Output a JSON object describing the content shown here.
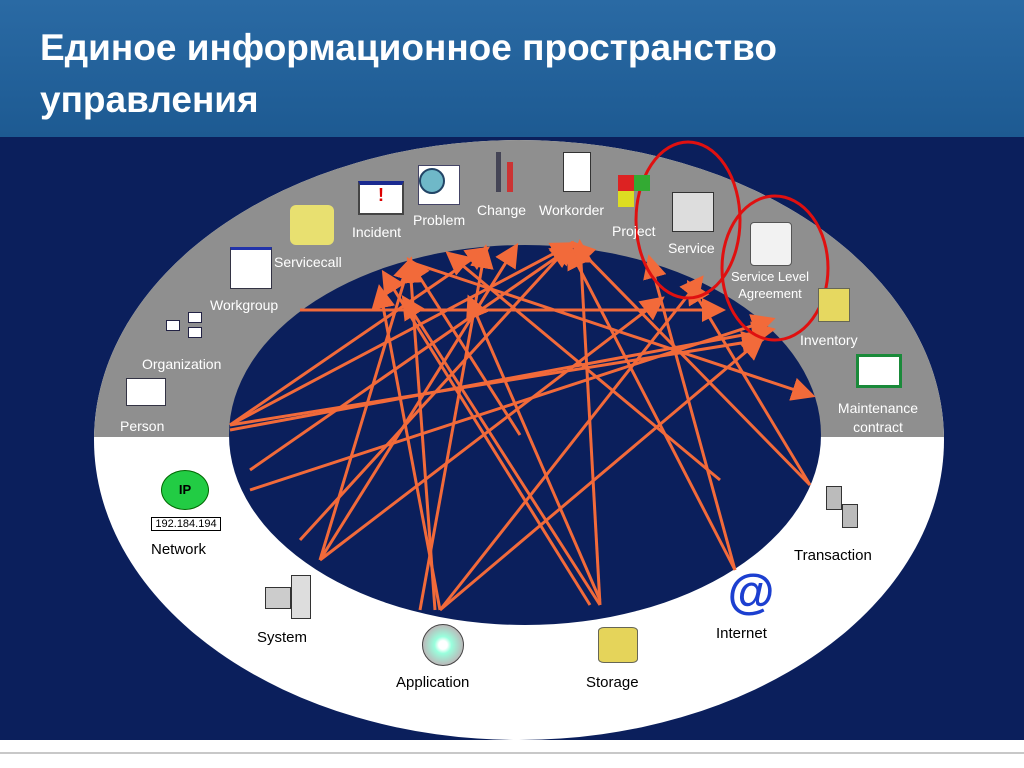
{
  "title": "Единое информационное пространство управления",
  "top_items": [
    {
      "id": "person",
      "label": "Person"
    },
    {
      "id": "organization",
      "label": "Organization"
    },
    {
      "id": "workgroup",
      "label": "Workgroup"
    },
    {
      "id": "servicecall",
      "label": "Servicecall"
    },
    {
      "id": "incident",
      "label": "Incident"
    },
    {
      "id": "problem",
      "label": "Problem"
    },
    {
      "id": "change",
      "label": "Change"
    },
    {
      "id": "workorder",
      "label": "Workorder"
    },
    {
      "id": "project",
      "label": "Project"
    },
    {
      "id": "service",
      "label": "Service"
    },
    {
      "id": "sla",
      "label": "Service Level Agreement"
    },
    {
      "id": "inventory",
      "label": "Inventory"
    },
    {
      "id": "maintenance",
      "label": "Maintenance contract"
    }
  ],
  "bottom_items": [
    {
      "id": "network",
      "label": "Network",
      "sub": "192.184.194",
      "badge": "IP"
    },
    {
      "id": "system",
      "label": "System"
    },
    {
      "id": "application",
      "label": "Application"
    },
    {
      "id": "storage",
      "label": "Storage"
    },
    {
      "id": "internet",
      "label": "Internet",
      "glyph": "@"
    },
    {
      "id": "transaction",
      "label": "Transaction"
    }
  ],
  "colors": {
    "arrow": "#f26a3a",
    "highlight": "#e01010",
    "navy": "#0b1f5c",
    "ring_top": "#8f8f8f",
    "ring_bottom": "#ffffff"
  }
}
